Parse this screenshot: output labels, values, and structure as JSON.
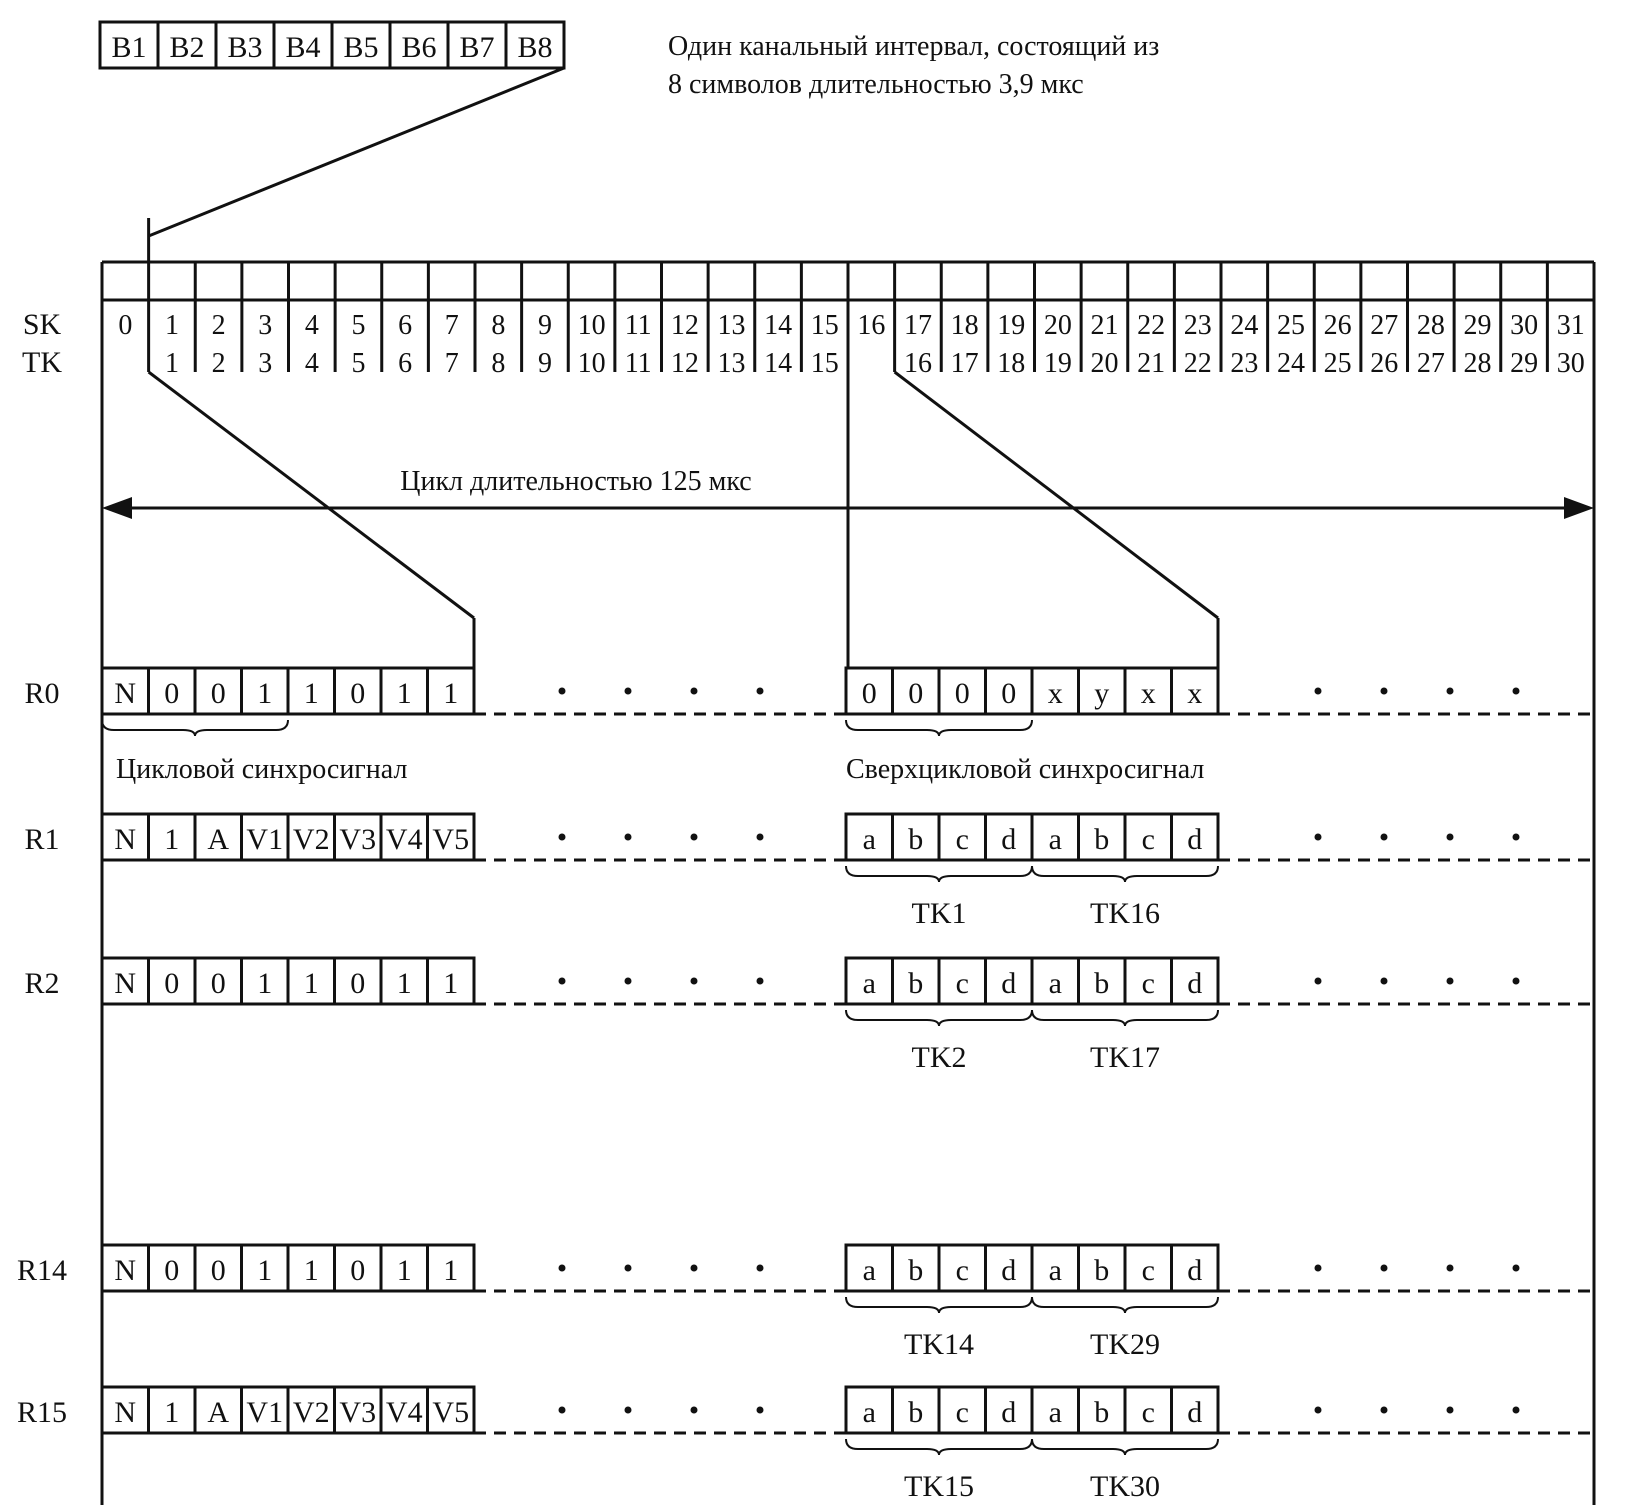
{
  "symbols": [
    "B1",
    "B2",
    "B3",
    "B4",
    "B5",
    "B6",
    "B7",
    "B8"
  ],
  "note": [
    "Один канальный интервал, состоящий из",
    "8 символов длительностью 3,9 мкс"
  ],
  "row_sk_label": "SK",
  "row_tk_label": "TK",
  "sk": [
    "0",
    "1",
    "2",
    "3",
    "4",
    "5",
    "6",
    "7",
    "8",
    "9",
    "10",
    "11",
    "12",
    "13",
    "14",
    "15",
    "16",
    "17",
    "18",
    "19",
    "20",
    "21",
    "22",
    "23",
    "24",
    "25",
    "26",
    "27",
    "28",
    "29",
    "30",
    "31"
  ],
  "tk": [
    "",
    "1",
    "2",
    "3",
    "4",
    "5",
    "6",
    "7",
    "8",
    "9",
    "10",
    "11",
    "12",
    "13",
    "14",
    "15",
    "",
    "16",
    "17",
    "18",
    "19",
    "20",
    "21",
    "22",
    "23",
    "24",
    "25",
    "26",
    "27",
    "28",
    "29",
    "30"
  ],
  "cycle_label": "Цикл длительностью 125 мкс",
  "frame_sync_label": "Цикловой синхросигнал",
  "multiframe_sync_label": "Сверхцикловой синхросигнал",
  "rows": [
    {
      "label": "R0",
      "left": [
        "N",
        "0",
        "0",
        "1",
        "1",
        "0",
        "1",
        "1"
      ],
      "right": [
        "0",
        "0",
        "0",
        "0",
        "x",
        "y",
        "x",
        "x"
      ],
      "tk_left": "",
      "tk_right": ""
    },
    {
      "label": "R1",
      "left": [
        "N",
        "1",
        "A",
        "V1",
        "V2",
        "V3",
        "V4",
        "V5"
      ],
      "right": [
        "a",
        "b",
        "c",
        "d",
        "a",
        "b",
        "c",
        "d"
      ],
      "tk_left": "TK1",
      "tk_right": "TK16"
    },
    {
      "label": "R2",
      "left": [
        "N",
        "0",
        "0",
        "1",
        "1",
        "0",
        "1",
        "1"
      ],
      "right": [
        "a",
        "b",
        "c",
        "d",
        "a",
        "b",
        "c",
        "d"
      ],
      "tk_left": "TK2",
      "tk_right": "TK17"
    },
    {
      "label": "R14",
      "left": [
        "N",
        "0",
        "0",
        "1",
        "1",
        "0",
        "1",
        "1"
      ],
      "right": [
        "a",
        "b",
        "c",
        "d",
        "a",
        "b",
        "c",
        "d"
      ],
      "tk_left": "TK14",
      "tk_right": "TK29"
    },
    {
      "label": "R15",
      "left": [
        "N",
        "1",
        "A",
        "V1",
        "V2",
        "V3",
        "V4",
        "V5"
      ],
      "right": [
        "a",
        "b",
        "c",
        "d",
        "a",
        "b",
        "c",
        "d"
      ],
      "tk_left": "TK15",
      "tk_right": "TK30"
    }
  ]
}
